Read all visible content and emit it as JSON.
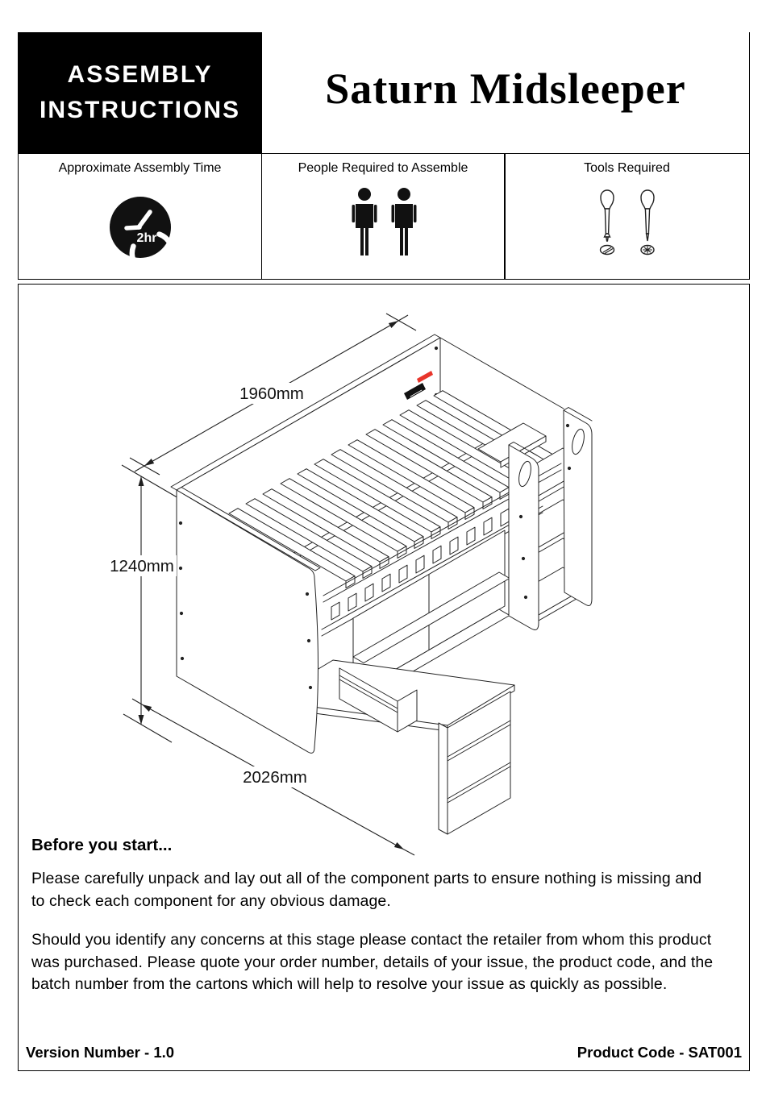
{
  "header": {
    "badge": {
      "line1": "ASSEMBLY",
      "line2": "INSTRUCTIONS",
      "bg": "#000000",
      "fg": "#ffffff"
    },
    "title": "Saturn Midsleeper",
    "cells": [
      {
        "label": "Approximate Assembly Time",
        "icon": "clock-icon",
        "time": "2hr"
      },
      {
        "label": "People Required to Assemble",
        "icon": "two-people-icon"
      },
      {
        "label": "Tools Required",
        "icon": "screwdrivers-icon"
      }
    ]
  },
  "diagram": {
    "description": "Isometric line drawing of the Saturn Midsleeper bed with slatted top bunk, end ladder-shelf unit, under-bed cubby storage and pull-out desk with drawer and shelf pedestal",
    "dimensions": {
      "length": "1960mm",
      "height": "1240mm",
      "depth": "2026mm"
    },
    "logo_red": "#e8352b",
    "line_color": "#1f1f1f"
  },
  "before": {
    "heading": "Before you start...",
    "p1": "Please carefully unpack and lay out all of the component parts to ensure nothing is missing and to check each component for any obvious damage.",
    "p2": "Should you identify any concerns at this stage please contact the retailer from whom this product was purchased. Please quote your order number, details of your issue, the product code, and the batch number from the cartons which will help to resolve your issue as quickly as possible."
  },
  "footer": {
    "version": "Version Number - 1.0",
    "product_code": "Product Code - SAT001"
  }
}
